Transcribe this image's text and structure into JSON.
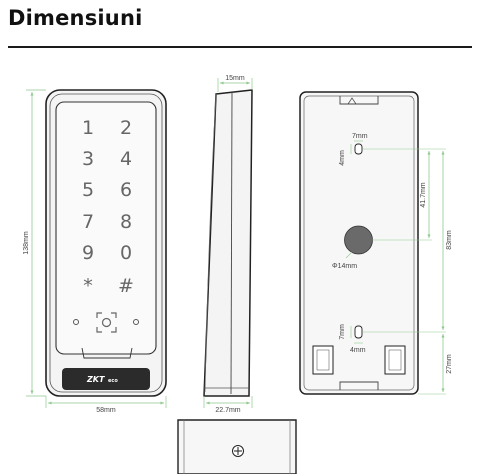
{
  "page": {
    "title": "Dimensiuni"
  },
  "front": {
    "keys": [
      "1",
      "2",
      "3",
      "4",
      "5",
      "6",
      "7",
      "8",
      "9",
      "0",
      "*",
      "#"
    ],
    "brand": "ZKT",
    "brand_suffix": "eco",
    "height_label": "138mm",
    "width_label": "58mm"
  },
  "side": {
    "top_label": "15mm",
    "bottom_label": "22.7mm"
  },
  "back": {
    "top_slot_w": "7mm",
    "top_slot_h": "4mm",
    "bottom_slot_w": "7mm",
    "bottom_slot_h": "4mm",
    "hole_label": "Φ14mm",
    "span_label": "41.7mm",
    "total_label": "83mm",
    "bottom_label": "27mm"
  },
  "colors": {
    "dimension_line": "#8fc98f",
    "outline": "#222222",
    "key_text": "#666666"
  }
}
